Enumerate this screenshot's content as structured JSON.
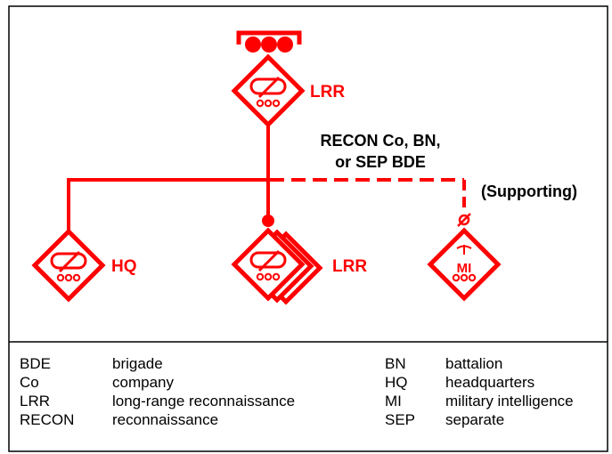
{
  "diagram": {
    "top_unit_label": "LRR",
    "parent_label_line1": "RECON Co, BN,",
    "parent_label_line2": "or SEP BDE",
    "supporting_label": "(Supporting)",
    "hq_label": "HQ",
    "lrr_sub_label": "LRR",
    "mi_text": "MI",
    "mi_label": "",
    "colors": {
      "symbol": "#ff0000",
      "text": "#000000",
      "border": "#000000"
    }
  },
  "legend": {
    "left": [
      {
        "abbr": "BDE",
        "meaning": "brigade"
      },
      {
        "abbr": "Co",
        "meaning": "company"
      },
      {
        "abbr": "LRR",
        "meaning": "long-range reconnaissance"
      },
      {
        "abbr": "RECON",
        "meaning": "reconnaissance"
      }
    ],
    "right": [
      {
        "abbr": "BN",
        "meaning": "battalion"
      },
      {
        "abbr": "HQ",
        "meaning": "headquarters"
      },
      {
        "abbr": "MI",
        "meaning": "military intelligence"
      },
      {
        "abbr": "SEP",
        "meaning": "separate"
      }
    ]
  }
}
